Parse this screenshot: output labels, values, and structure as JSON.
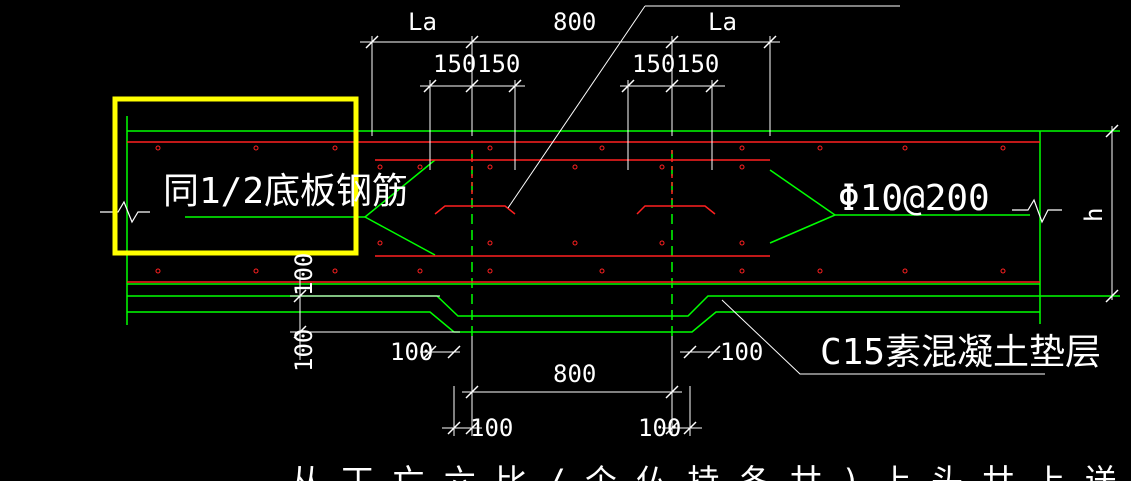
{
  "labels": {
    "top_left_la": "La",
    "top_mid": "800",
    "top_right_la": "La",
    "d150_1": "150",
    "d150_2": "150",
    "d150_3": "150",
    "d150_4": "150",
    "highlight_note": "同1/2底板钢筋",
    "rebar_spec": "Φ10@200",
    "h": "h",
    "left_100_upper": "100",
    "left_100_lower": "100",
    "cushion": "C15素混凝土垫层",
    "bot_100_left": "100",
    "bot_100_right": "100",
    "bot_800": "800",
    "bot_100_a": "100",
    "bot_100_b": "100",
    "caption_partial": "从 丁 亡 六 比 / 个 仏 持 冬 廿 ) 上 头 廿 上 送 図"
  },
  "colors": {
    "background": "#000000",
    "concrete_line": "#00ff00",
    "rebar": "#ff2020",
    "dimension": "#ffffff",
    "highlight_box": "#ffff00"
  }
}
